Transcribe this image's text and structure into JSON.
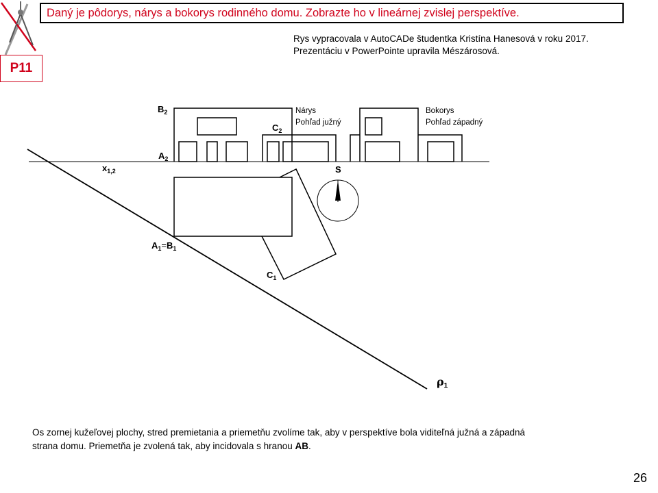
{
  "header": {
    "title": "Daný je pôdorys, nárys a bokorys rodinného domu. Zobrazte ho v lineárnej zvislej perspektíve.",
    "badge": "P11"
  },
  "credit": {
    "line1": "Rys vypracovala v AutoCADe študentka Kristína Hanesová v roku 2017.",
    "line2": "Prezentáciu v PowerPointe upravila Mészárosová."
  },
  "labels": {
    "b2": {
      "main": "B",
      "sub": "2"
    },
    "a2": {
      "main": "A",
      "sub": "2"
    },
    "c2": {
      "main": "C",
      "sub": "2"
    },
    "x12": {
      "main": "x",
      "sub": "1,2"
    },
    "a1b1": {
      "a": "A",
      "a_sub": "1",
      "eq": "=",
      "b": "B",
      "b_sub": "1"
    },
    "c1": {
      "main": "C",
      "sub": "1"
    },
    "rho1": {
      "main": "ρ",
      "sub": "1"
    },
    "s": "S",
    "narys_title": "Nárys",
    "narys_view": "Pohľad južný",
    "bokorys_title": "Bokorys",
    "bokorys_view": "Pohľad západný"
  },
  "footer": {
    "note_part1": "Os zornej kužeľovej plochy, stred premietania a priemetňu zvolíme tak, aby v perspektíve bola viditeľná južná a západná strana domu. Priemetňa je zvolená tak, aby incidovala s hranou ",
    "note_bold": "AB",
    "note_end": ".",
    "page_number": "26"
  },
  "colors": {
    "accent": "#d0021b",
    "line": "#000000"
  }
}
